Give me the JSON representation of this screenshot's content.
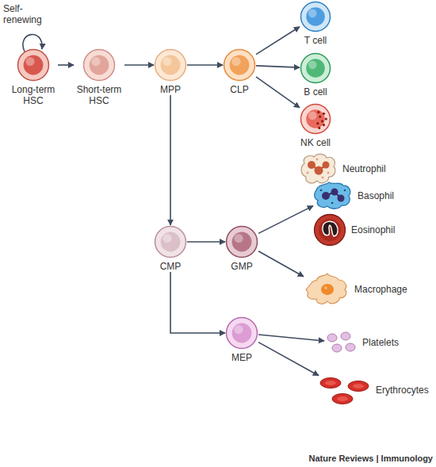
{
  "diagram": {
    "nodes": [
      {
        "text": [
          "Long-term HSC"
        ]
      },
      {
        "text": [
          "Short-term HSC"
        ]
      },
      {
        "text": [
          "MPP"
        ]
      },
      {
        "text": [
          "CLP"
        ]
      },
      {
        "text": [
          "T cell"
        ]
      },
      {
        "text": [
          "B cell"
        ]
      },
      {
        "text": [
          "NK cell"
        ]
      },
      {
        "text": [
          "Neutrophil"
        ]
      },
      {
        "text": [
          "Basophil"
        ]
      },
      {
        "text": [
          "Eosinophil"
        ]
      },
      {
        "text": [
          "CMP"
        ]
      },
      {
        "text": [
          "GMP"
        ]
      },
      {
        "text": [
          "Macrophage"
        ]
      },
      {
        "text": [
          "Platelets"
        ]
      },
      {
        "text": [
          "MEP"
        ]
      },
      {
        "text": [
          "Erythrocytes"
        ]
      }
    ],
    "edges": [
      {
        "from": 0,
        "to": 1,
        "arrow": "to"
      },
      {
        "from": 1,
        "to": 2,
        "arrow": "to"
      },
      {
        "from": 2,
        "to": 3,
        "arrow": "to"
      },
      {
        "from": 3,
        "to": 4,
        "arrow": "to"
      },
      {
        "from": 3,
        "to": 5,
        "arrow": "to"
      },
      {
        "from": 3,
        "to": 6,
        "arrow": "to"
      },
      {
        "from": 2,
        "to": 10,
        "arrow": "to"
      },
      {
        "from": 10,
        "to": 11,
        "arrow": "to"
      },
      {
        "from": 11,
        "to": 8,
        "arrow": "to"
      },
      {
        "from": 11,
        "to": 12,
        "arrow": "to"
      },
      {
        "from": 10,
        "to": 14,
        "arrow": "to"
      },
      {
        "from": 14,
        "to": 13,
        "arrow": "to"
      },
      {
        "from": 14,
        "to": 15,
        "arrow": "to"
      }
    ],
    "labels": [
      "Self-renewing",
      "Nature Reviews | Immunology"
    ]
  }
}
